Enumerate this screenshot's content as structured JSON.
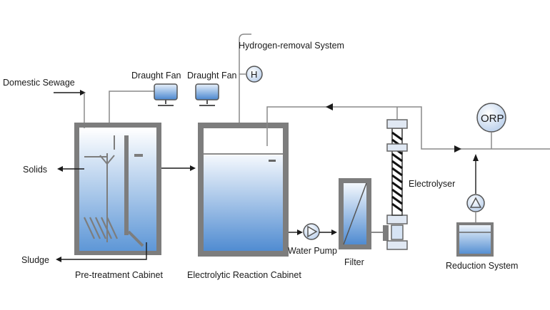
{
  "labels": {
    "domestic_sewage": "Domestic Sewage",
    "draught_fan_1": "Draught Fan",
    "draught_fan_2": "Draught Fan",
    "hydrogen_removal": "Hydrogen-removal System",
    "hydrogen_symbol": "H",
    "solids": "Solids",
    "sludge": "Sludge",
    "pretreatment_cabinet": "Pre-treatment Cabinet",
    "electrolytic_cabinet": "Electrolytic Reaction Cabinet",
    "water_pump": "Water Pump",
    "filter": "Filter",
    "electrolyser": "Electrolyser",
    "orp": "ORP",
    "reduction_system": "Reduction System"
  },
  "colors": {
    "liquid_top": "#ffffff",
    "liquid_bottom": "#5b95d6",
    "tank_wall": "#7d7d7d",
    "pipe": "#8a8a8a",
    "arrow": "#1a1a1a",
    "instrument_fill": "#d6e4f5"
  }
}
